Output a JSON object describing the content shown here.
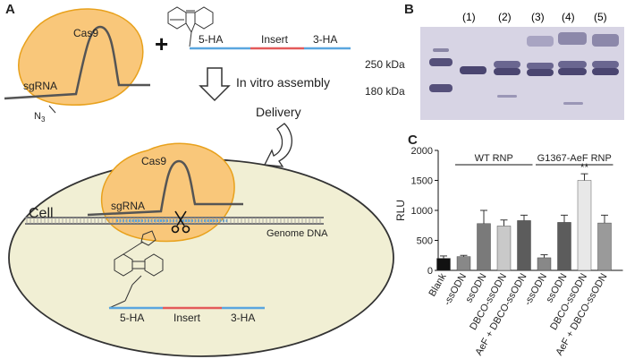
{
  "panels": {
    "a": "A",
    "b": "B",
    "c": "C"
  },
  "schematic": {
    "cas9_top": "Cas9",
    "sgrna_top": "sgRNA",
    "azide": "N",
    "azide_sub": "3",
    "plus": "+",
    "donor": {
      "ha5": "5-HA",
      "insert": "Insert",
      "ha3": "3-HA"
    },
    "assembly_label": "In vitro assembly",
    "delivery_label": "Delivery",
    "cell_label": "Cell",
    "cas9_cell": "Cas9",
    "sgrna_cell": "sgRNA",
    "genome_label": "Genome DNA",
    "donor_cell": {
      "ha5": "5-HA",
      "insert": "Insert",
      "ha3": "3-HA"
    }
  },
  "gel": {
    "lanes": [
      "(1)",
      "(2)",
      "(3)",
      "(4)",
      "(5)"
    ],
    "markers": [
      "250 kDa",
      "180 kDa"
    ]
  },
  "colors": {
    "protein_fill": "#f9c77a",
    "protein_stroke": "#e8a11c",
    "cell_fill": "#f1efd4",
    "homology_arm": "#5aa6df",
    "insert": "#e35a5a",
    "gel_bg": "#d7d4e4",
    "band": "#55507a"
  },
  "chart_data": {
    "type": "bar",
    "ylabel": "RLU",
    "ylim": [
      0,
      2000
    ],
    "yticks": [
      0,
      500,
      1000,
      1500,
      2000
    ],
    "categories": [
      "Blank",
      "-ssODN",
      "ssODN",
      "DBCO-ssODN",
      "AeF + DBCO-ssODN",
      "-ssODN",
      "ssODN",
      "DBCO-ssODN",
      "AeF + DBCO-ssODN"
    ],
    "values": [
      200,
      230,
      780,
      740,
      830,
      210,
      800,
      1500,
      790
    ],
    "errors": [
      40,
      20,
      220,
      100,
      90,
      50,
      120,
      110,
      130
    ],
    "colors": [
      "#111111",
      "#888888",
      "#7a7a7a",
      "#c9c9c9",
      "#5c5c5c",
      "#888888",
      "#5c5c5c",
      "#e8e8e8",
      "#9a9a9a"
    ],
    "groups": [
      {
        "label": "WT RNP",
        "from": 1,
        "to": 4
      },
      {
        "label": "G1367-AeF RNP",
        "from": 5,
        "to": 8
      }
    ],
    "annotations": [
      {
        "index": 7,
        "text": "**"
      }
    ]
  }
}
